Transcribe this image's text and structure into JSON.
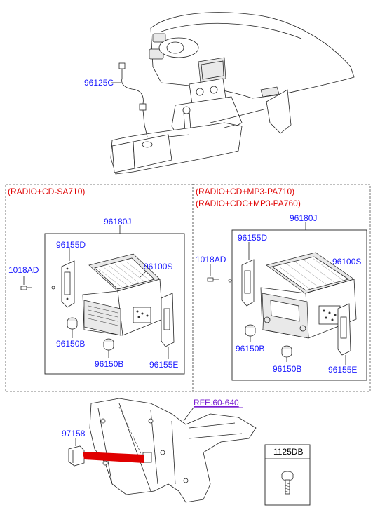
{
  "top": {
    "part_96125C": "96125C"
  },
  "left_panel": {
    "title": "(RADIO+CD-SA710)",
    "labels": {
      "head_unit": "96180J",
      "bracket_top": "96155D",
      "screw": "1018AD",
      "audio_module": "96100S",
      "knob_a": "96150B",
      "knob_b": "96150B",
      "bracket_bottom": "96155E"
    }
  },
  "right_panel": {
    "title_line1": "(RADIO+CD+MP3-PA710)",
    "title_line2": "(RADIO+CDC+MP3-PA760)",
    "labels": {
      "head_unit": "96180J",
      "bracket_top": "96155D",
      "screw": "1018AD",
      "audio_module": "96100S",
      "knob_a": "96150B",
      "knob_b": "96150B",
      "bracket_bottom": "96155E"
    }
  },
  "bottom": {
    "part_97158": "97158",
    "ref_link": "RFE.60-640",
    "fastener_box_label": "1125DB"
  },
  "colors": {
    "part_label": "#1a1aff",
    "variant_title": "#e00000",
    "ref_link": "#7a1fd1",
    "arrow": "#e00000"
  }
}
